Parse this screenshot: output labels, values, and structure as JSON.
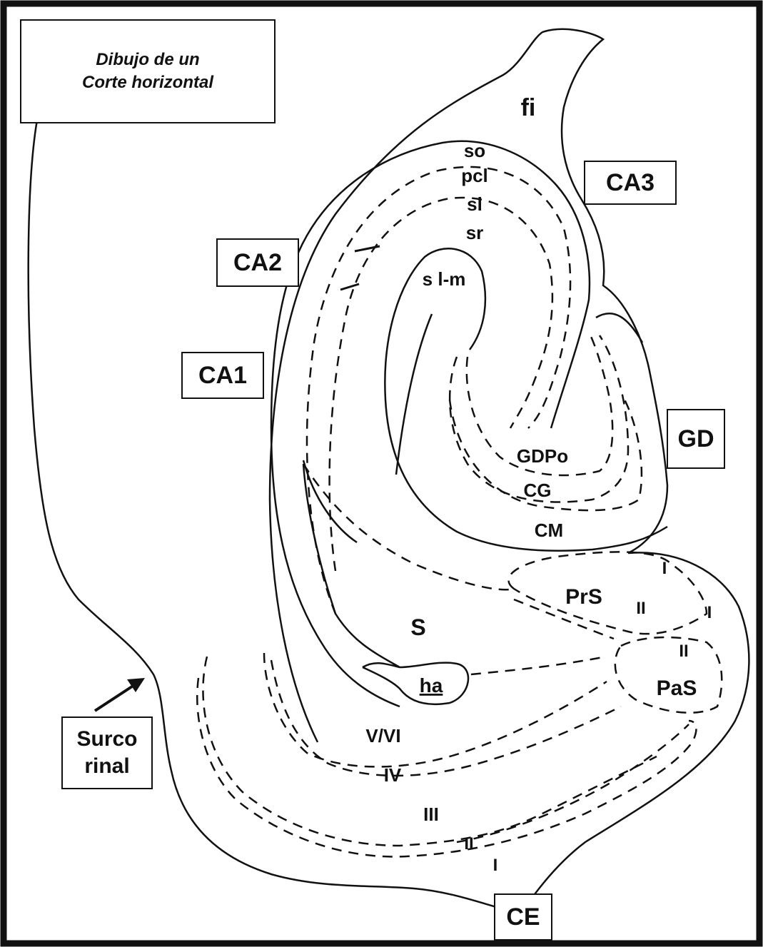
{
  "title": {
    "line1": "Dibujo de un",
    "line2": "Corte horizontal"
  },
  "regions": {
    "ca3": "CA3",
    "ca2": "CA2",
    "ca1": "CA1",
    "gd": "GD",
    "ce": "CE"
  },
  "groove_label": {
    "line1": "Surco",
    "line2": "rinal"
  },
  "layer_labels": {
    "fi": "fi",
    "so": "so",
    "pcl": "pcl",
    "sl": "sl",
    "sr": "sr",
    "slm": "s l-m",
    "gdpo": "GDPo",
    "cg": "CG",
    "cm": "CM",
    "prs": "PrS",
    "prs_ii": "II",
    "prs_i_top": "I",
    "prs_i_right": "I",
    "s": "S",
    "ha": "ha",
    "pas_ii": "II",
    "pas": "PaS",
    "vvi": "V/VI",
    "iv": "IV",
    "iii": "III",
    "ii_ce": "II",
    "i_ce": "I"
  },
  "colors": {
    "ink": "#111111",
    "paper": "#ffffff"
  }
}
